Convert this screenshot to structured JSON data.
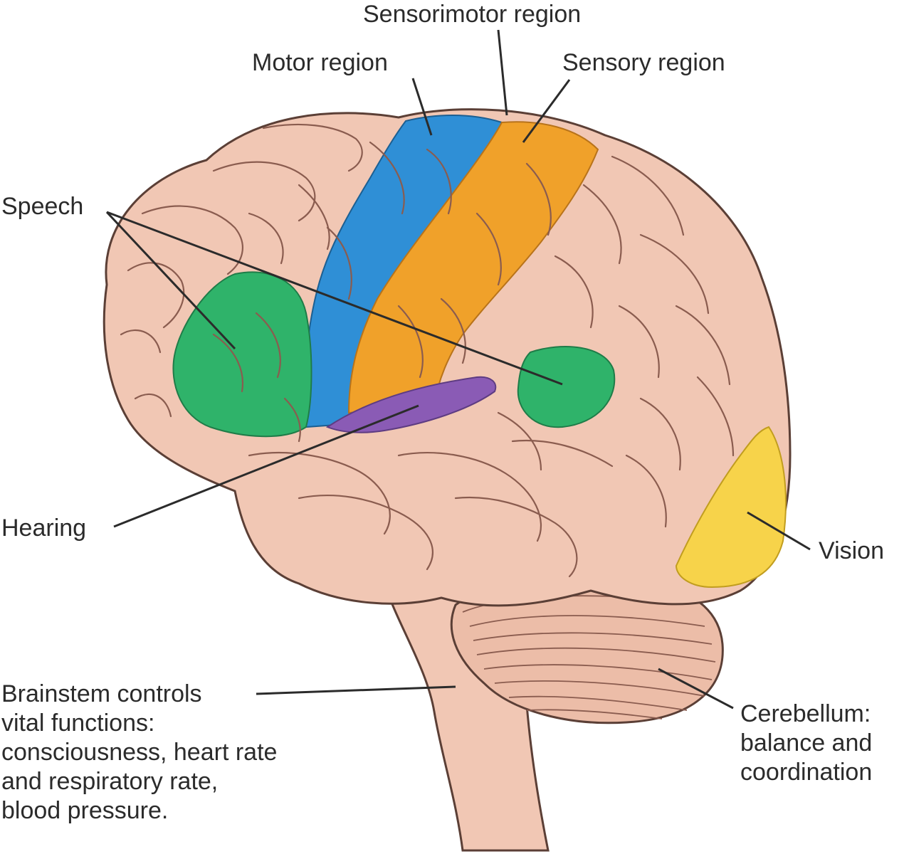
{
  "labels": {
    "sensorimotor": "Sensorimotor region",
    "motor": "Motor region",
    "sensory": "Sensory region",
    "speech": "Speech",
    "hearing": "Hearing",
    "vision": "Vision",
    "brainstem": [
      "Brainstem controls",
      "vital functions:",
      "consciousness, heart rate",
      "and respiratory rate,",
      "blood pressure."
    ],
    "cerebellum": [
      "Cerebellum:",
      "balance and",
      "coordination"
    ]
  },
  "colors": {
    "brain": "#f1c7b4",
    "motor": "#2f8fd6",
    "sensory": "#f0a12a",
    "speech": "#2fb36a",
    "hearing": "#8a5bb5",
    "vision": "#f7d34a"
  }
}
